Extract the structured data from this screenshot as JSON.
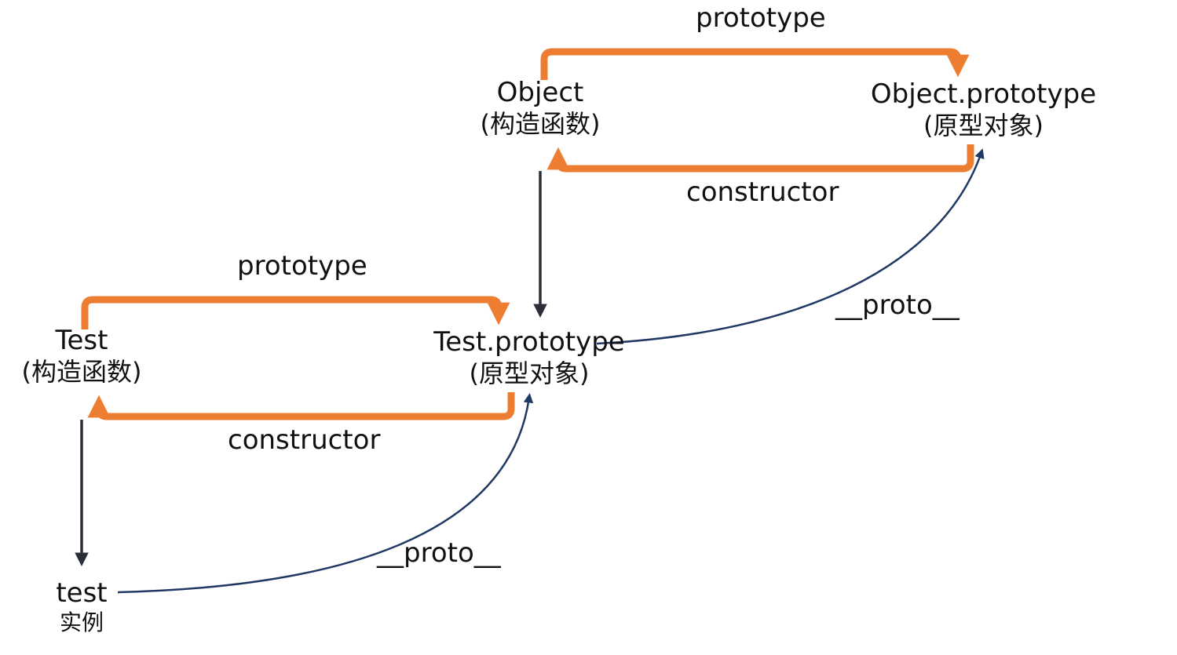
{
  "nodes": {
    "object_ctor": {
      "name": "Object",
      "desc": "(构造函数)"
    },
    "object_proto": {
      "name": "Object.prototype",
      "desc": "(原型对象)"
    },
    "test_ctor": {
      "name": "Test",
      "desc": "(构造函数)"
    },
    "test_proto": {
      "name": "Test.prototype",
      "desc": "(原型对象)"
    },
    "test_instance": {
      "name": "test",
      "desc": "实例"
    }
  },
  "edges": {
    "object_prototype": "prototype",
    "object_constructor": "constructor",
    "test_prototype": "prototype",
    "test_constructor": "constructor",
    "testproto_to_objectproto": "__proto__",
    "instance_to_testproto": "__proto__"
  },
  "colors": {
    "prototype_arrow": "#ED7D31",
    "proto_chain_arrow": "#1F3864",
    "text": "#111111"
  }
}
